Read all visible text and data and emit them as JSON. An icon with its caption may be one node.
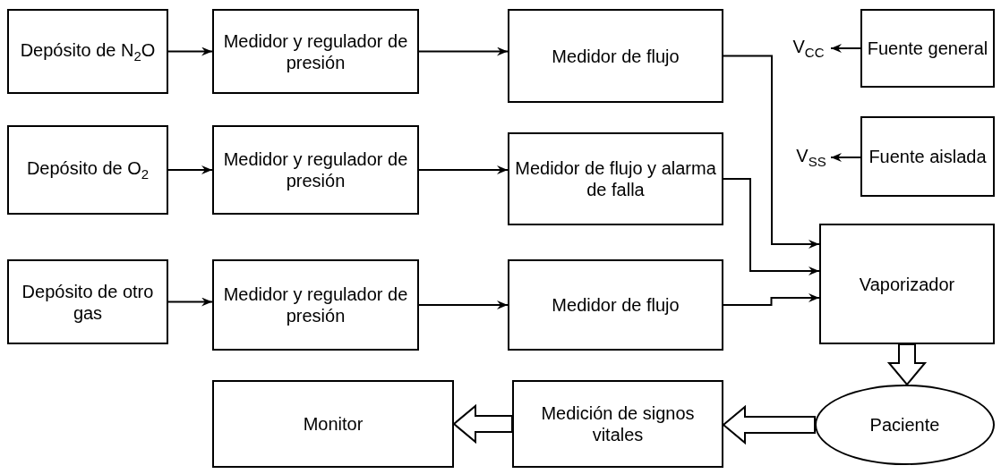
{
  "diagram": {
    "nodes": [
      {
        "text": [
          "Depósito de N$_{2}$O"
        ]
      },
      {
        "text": [
          "Medidor y regulador de presión"
        ]
      },
      {
        "text": [
          "Medidor de flujo"
        ]
      },
      {
        "text": [
          "V$_{CC}$"
        ]
      },
      {
        "text": [
          "Fuente general"
        ]
      },
      {
        "text": [
          "V$_{SS}$"
        ]
      },
      {
        "text": [
          "Fuente aislada"
        ]
      },
      {
        "text": [
          "Depósito de O$_{2}$"
        ]
      },
      {
        "text": [
          "Medidor y regulador de presión"
        ]
      },
      {
        "text": [
          "Medidor de flujo y alarma de falla"
        ]
      },
      {
        "text": [
          "Vaporizador"
        ]
      },
      {
        "text": [
          "Depósito de otro gas"
        ]
      },
      {
        "text": [
          "Medidor y regulador de presión"
        ]
      },
      {
        "text": [
          "Medidor de flujo"
        ]
      },
      {
        "text": [
          "Monitor"
        ]
      },
      {
        "text": [
          "Medición de signos vitales"
        ]
      },
      {
        "text": [
          "Paciente"
        ]
      }
    ],
    "edges": [
      {
        "from": 0,
        "to": 1,
        "arrow": "to"
      },
      {
        "from": 1,
        "to": 2,
        "arrow": "to"
      },
      {
        "from": 4,
        "to": 3,
        "arrow": "to"
      },
      {
        "from": 6,
        "to": 5,
        "arrow": "to"
      },
      {
        "from": 7,
        "to": 8,
        "arrow": "to"
      },
      {
        "from": 8,
        "to": 9,
        "arrow": "to"
      },
      {
        "from": 11,
        "to": 12,
        "arrow": "to"
      },
      {
        "from": 12,
        "to": 13,
        "arrow": "to"
      },
      {
        "from": 2,
        "to": 10,
        "arrow": "to"
      },
      {
        "from": 9,
        "to": 10,
        "arrow": "to"
      },
      {
        "from": 13,
        "to": 10,
        "arrow": "to"
      },
      {
        "from": 10,
        "to": 16,
        "arrow": "to",
        "style": "thick"
      },
      {
        "from": 16,
        "to": 15,
        "arrow": "to",
        "style": "thick"
      },
      {
        "from": 15,
        "to": 14,
        "arrow": "to",
        "style": "thick"
      }
    ]
  }
}
